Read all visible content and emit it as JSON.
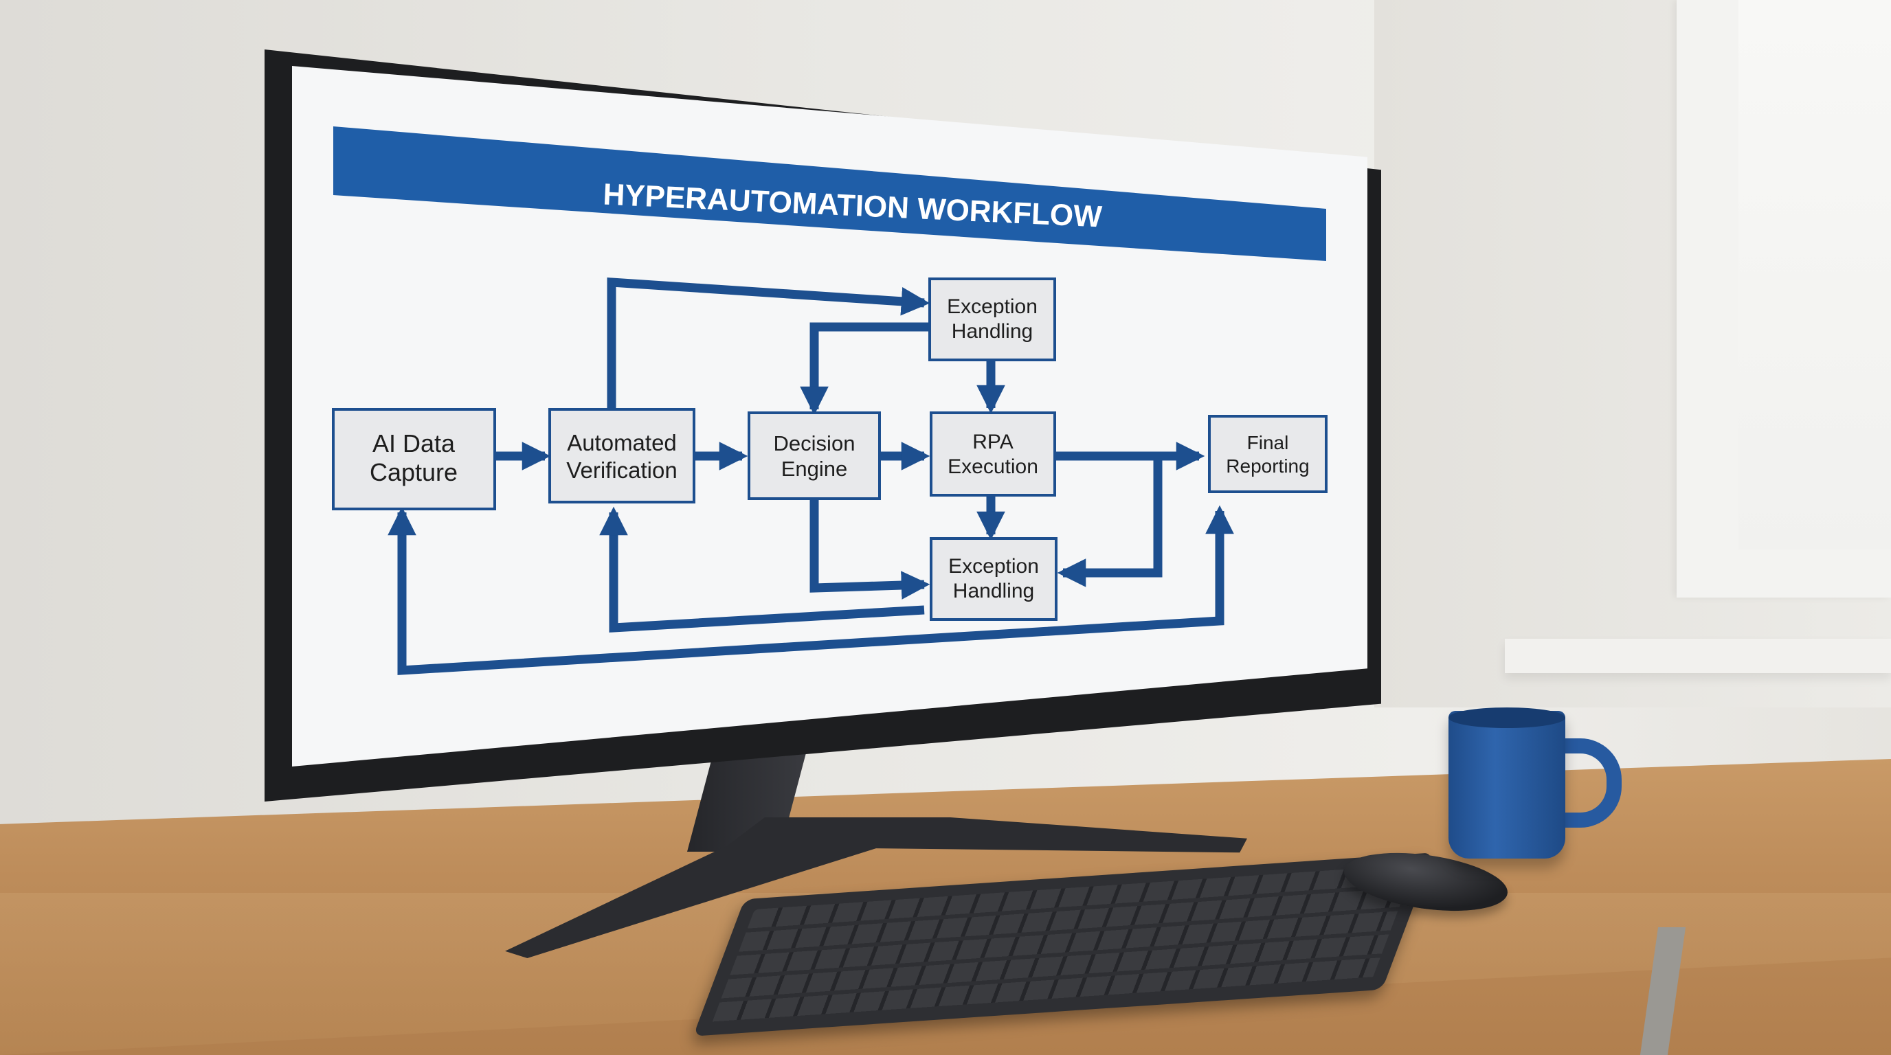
{
  "diagram": {
    "title": "HYPERAUTOMATION WORKFLOW",
    "nodes": {
      "ai_data_capture": [
        "AI Data",
        "Capture"
      ],
      "automated_verification": [
        "Automated",
        "Verification"
      ],
      "decision_engine": [
        "Decision",
        "Engine"
      ],
      "rpa_execution": [
        "RPA",
        "Execution"
      ],
      "exception_top": [
        "Exception",
        "Handling"
      ],
      "exception_bottom": [
        "Exception",
        "Handling"
      ],
      "final_reporting": [
        "Final",
        "Reporting"
      ]
    }
  },
  "colors": {
    "accent": "#1f5ea8",
    "arrow": "#1d4f8f",
    "node_fill": "#e8e9eb",
    "node_border": "#1d4f8f",
    "mug": "#2a5ea6"
  }
}
